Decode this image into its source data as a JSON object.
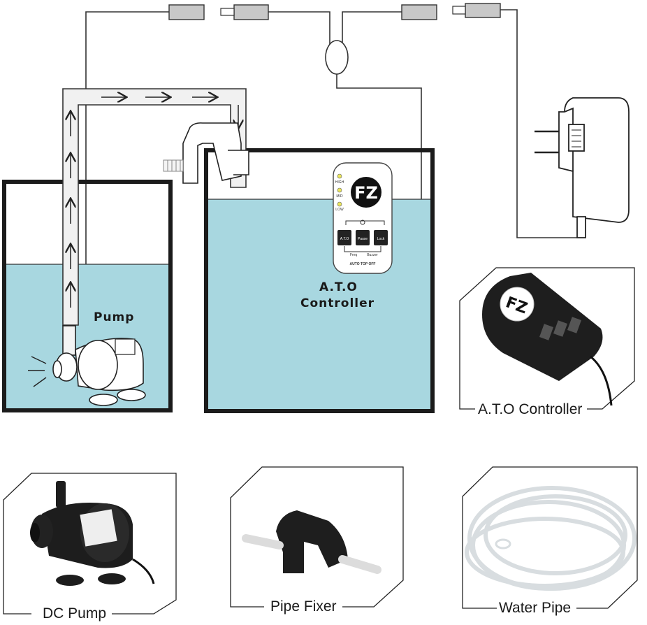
{
  "diagram": {
    "pump_label": "Pump",
    "controller_label_line1": "A.T.O",
    "controller_label_line2": "Controller",
    "controller_panel": {
      "logo": "FZ",
      "level_labels": [
        "HIGH",
        "MID",
        "LOW"
      ],
      "buttons": [
        "A.T.O",
        "Pause",
        "Lock"
      ],
      "sub_labels": [
        "Freq",
        "Buzzer"
      ],
      "footer": "AUTO TOP OFF"
    }
  },
  "products": {
    "ato_controller_caption": "A.T.O Controller",
    "dc_pump_caption": "DC Pump",
    "pipe_fixer_caption": "Pipe Fixer",
    "water_pipe_caption": "Water Pipe"
  },
  "colors": {
    "water": "#a8d7e0",
    "tank_wall": "#1b1b1b",
    "wire": "#333333",
    "sensor": "#c8c8c8"
  }
}
